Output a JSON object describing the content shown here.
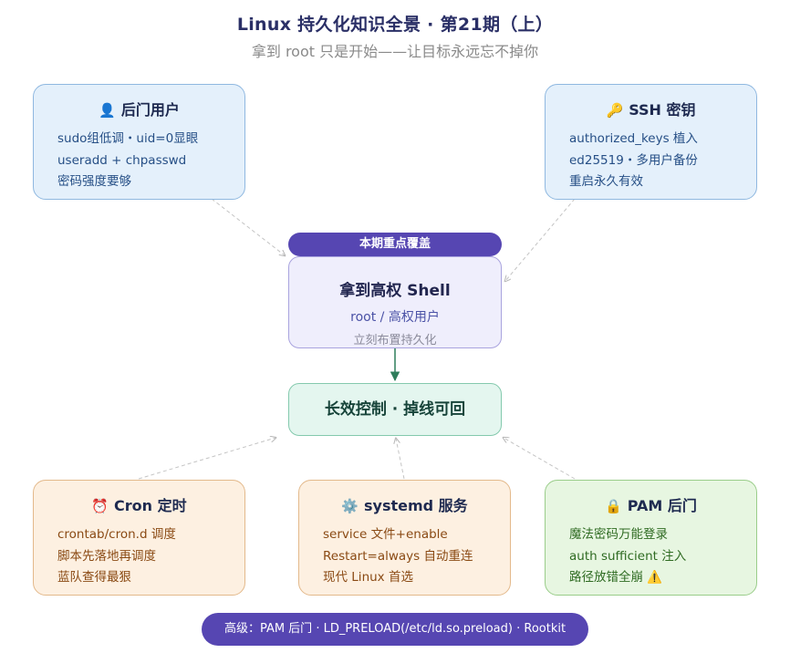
{
  "header": {
    "title": "Linux 持久化知识全景 · 第21期（上）",
    "subtitle": "拿到 root 只是开始——让目标永远忘不掉你"
  },
  "center": {
    "badge": "本期重点覆盖",
    "title": "拿到高权 Shell",
    "line1": "root / 高权用户",
    "line2": "立刻布置持久化"
  },
  "goal": {
    "label": "长效控制 · 掉线可回"
  },
  "cards": {
    "backdoor_user": {
      "icon": "👤",
      "icon_name": "user-icon",
      "title": "后门用户",
      "lines": [
        "sudo组低调・uid=0显眼",
        "useradd + chpasswd",
        "密码强度要够"
      ]
    },
    "ssh_key": {
      "icon": "🔑",
      "icon_name": "key-icon",
      "title": "SSH 密钥",
      "lines": [
        "authorized_keys 植入",
        "ed25519・多用户备份",
        "重启永久有效"
      ]
    },
    "cron": {
      "icon": "⏰",
      "icon_name": "alarm-clock-icon",
      "title": "Cron 定时",
      "lines": [
        "crontab/cron.d 调度",
        "脚本先落地再调度",
        "蓝队查得最狠"
      ]
    },
    "systemd": {
      "icon": "⚙️",
      "icon_name": "gear-icon",
      "title": "systemd 服务",
      "lines": [
        "service 文件+enable",
        "Restart=always 自动重连",
        "现代 Linux 首选"
      ]
    },
    "pam": {
      "icon": "🔒",
      "icon_name": "lock-icon",
      "title": "PAM 后门",
      "lines": [
        "魔法密码万能登录",
        "auth sufficient 注入",
        "路径放错全崩"
      ],
      "warning_icon": "⚠️"
    }
  },
  "footer": {
    "advanced": "高级：PAM 后门 · LD_PRELOAD(/etc/ld.so.preload) · Rootkit"
  },
  "colors": {
    "badge_bg": "#5646b2",
    "blue_card": "#e4f0fb",
    "orange_card": "#fdf0e1",
    "green_card": "#e7f6e1",
    "goal_card": "#e4f6ef",
    "arrow_green": "#2e7d5b"
  }
}
